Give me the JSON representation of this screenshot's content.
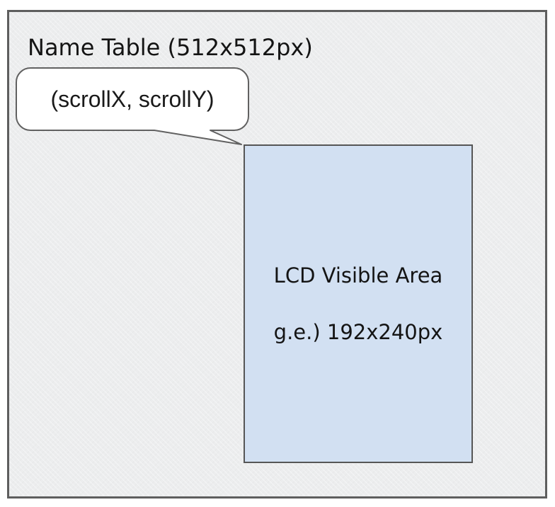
{
  "diagram": {
    "title": "Name Table (512x512px)",
    "callout": {
      "label": "(scrollX, scrollY)"
    },
    "lcd_area": {
      "name": "LCD Visible Area",
      "size_note": "g.e.) 192x240px"
    },
    "colors": {
      "page_background": "#ffffff",
      "name_table_fill": "#ecedee",
      "name_table_border": "#5e5e5e",
      "lcd_fill": "#d2e0f2",
      "lcd_border": "#565656",
      "callout_fill": "#ffffff",
      "callout_border": "#616161",
      "text": "#141414"
    }
  }
}
